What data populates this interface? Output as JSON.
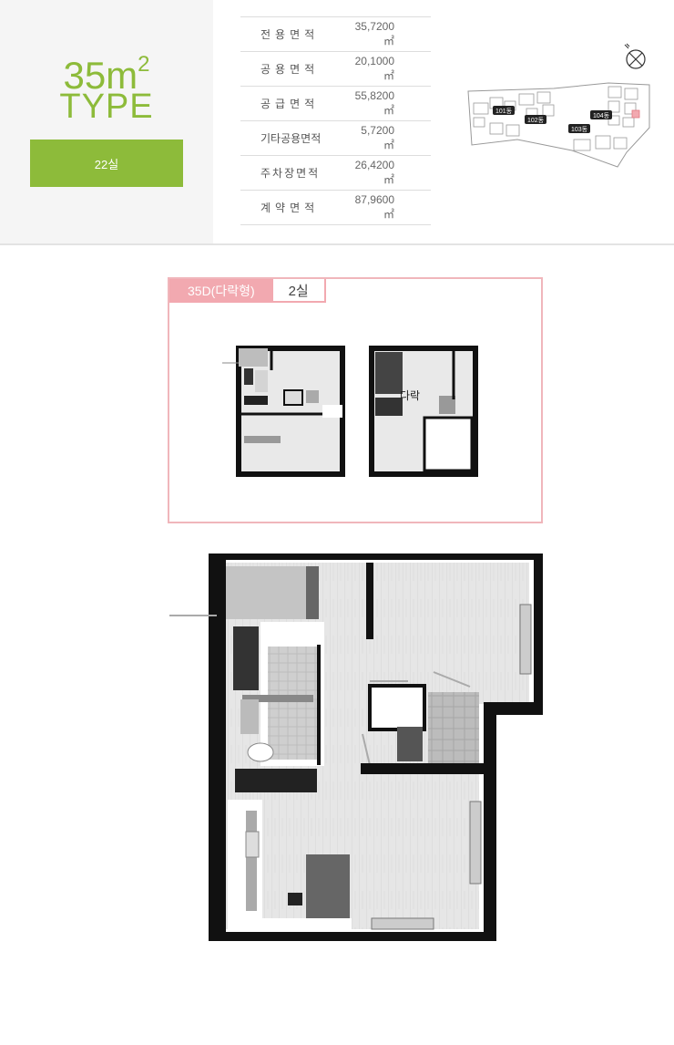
{
  "type_panel": {
    "size_number": "35m",
    "size_exponent": "2",
    "type_word": "TYPE",
    "room_count": "22실"
  },
  "area_table": [
    {
      "label": "전용면적",
      "value": "35,7200㎡"
    },
    {
      "label": "공용면적",
      "value": "20,1000㎡"
    },
    {
      "label": "공급면적",
      "value": "55,8200㎡"
    },
    {
      "label": "기타공용면적",
      "value": "5,7200㎡"
    },
    {
      "label": "주차장면적",
      "value": "26,4200㎡"
    },
    {
      "label": "계약면적",
      "value": "87,9600㎡"
    }
  ],
  "site_map": {
    "buildings": [
      "101동",
      "102동",
      "103동",
      "104동"
    ],
    "highlight_color": "#f2a9b0"
  },
  "mini_plan": {
    "type_tab": "35D(다락형)",
    "room_tab": "2실",
    "loft_label": "다락"
  },
  "colors": {
    "accent_green": "#8dbb3a",
    "accent_pink": "#f2a9b0",
    "wall": "#111111"
  }
}
